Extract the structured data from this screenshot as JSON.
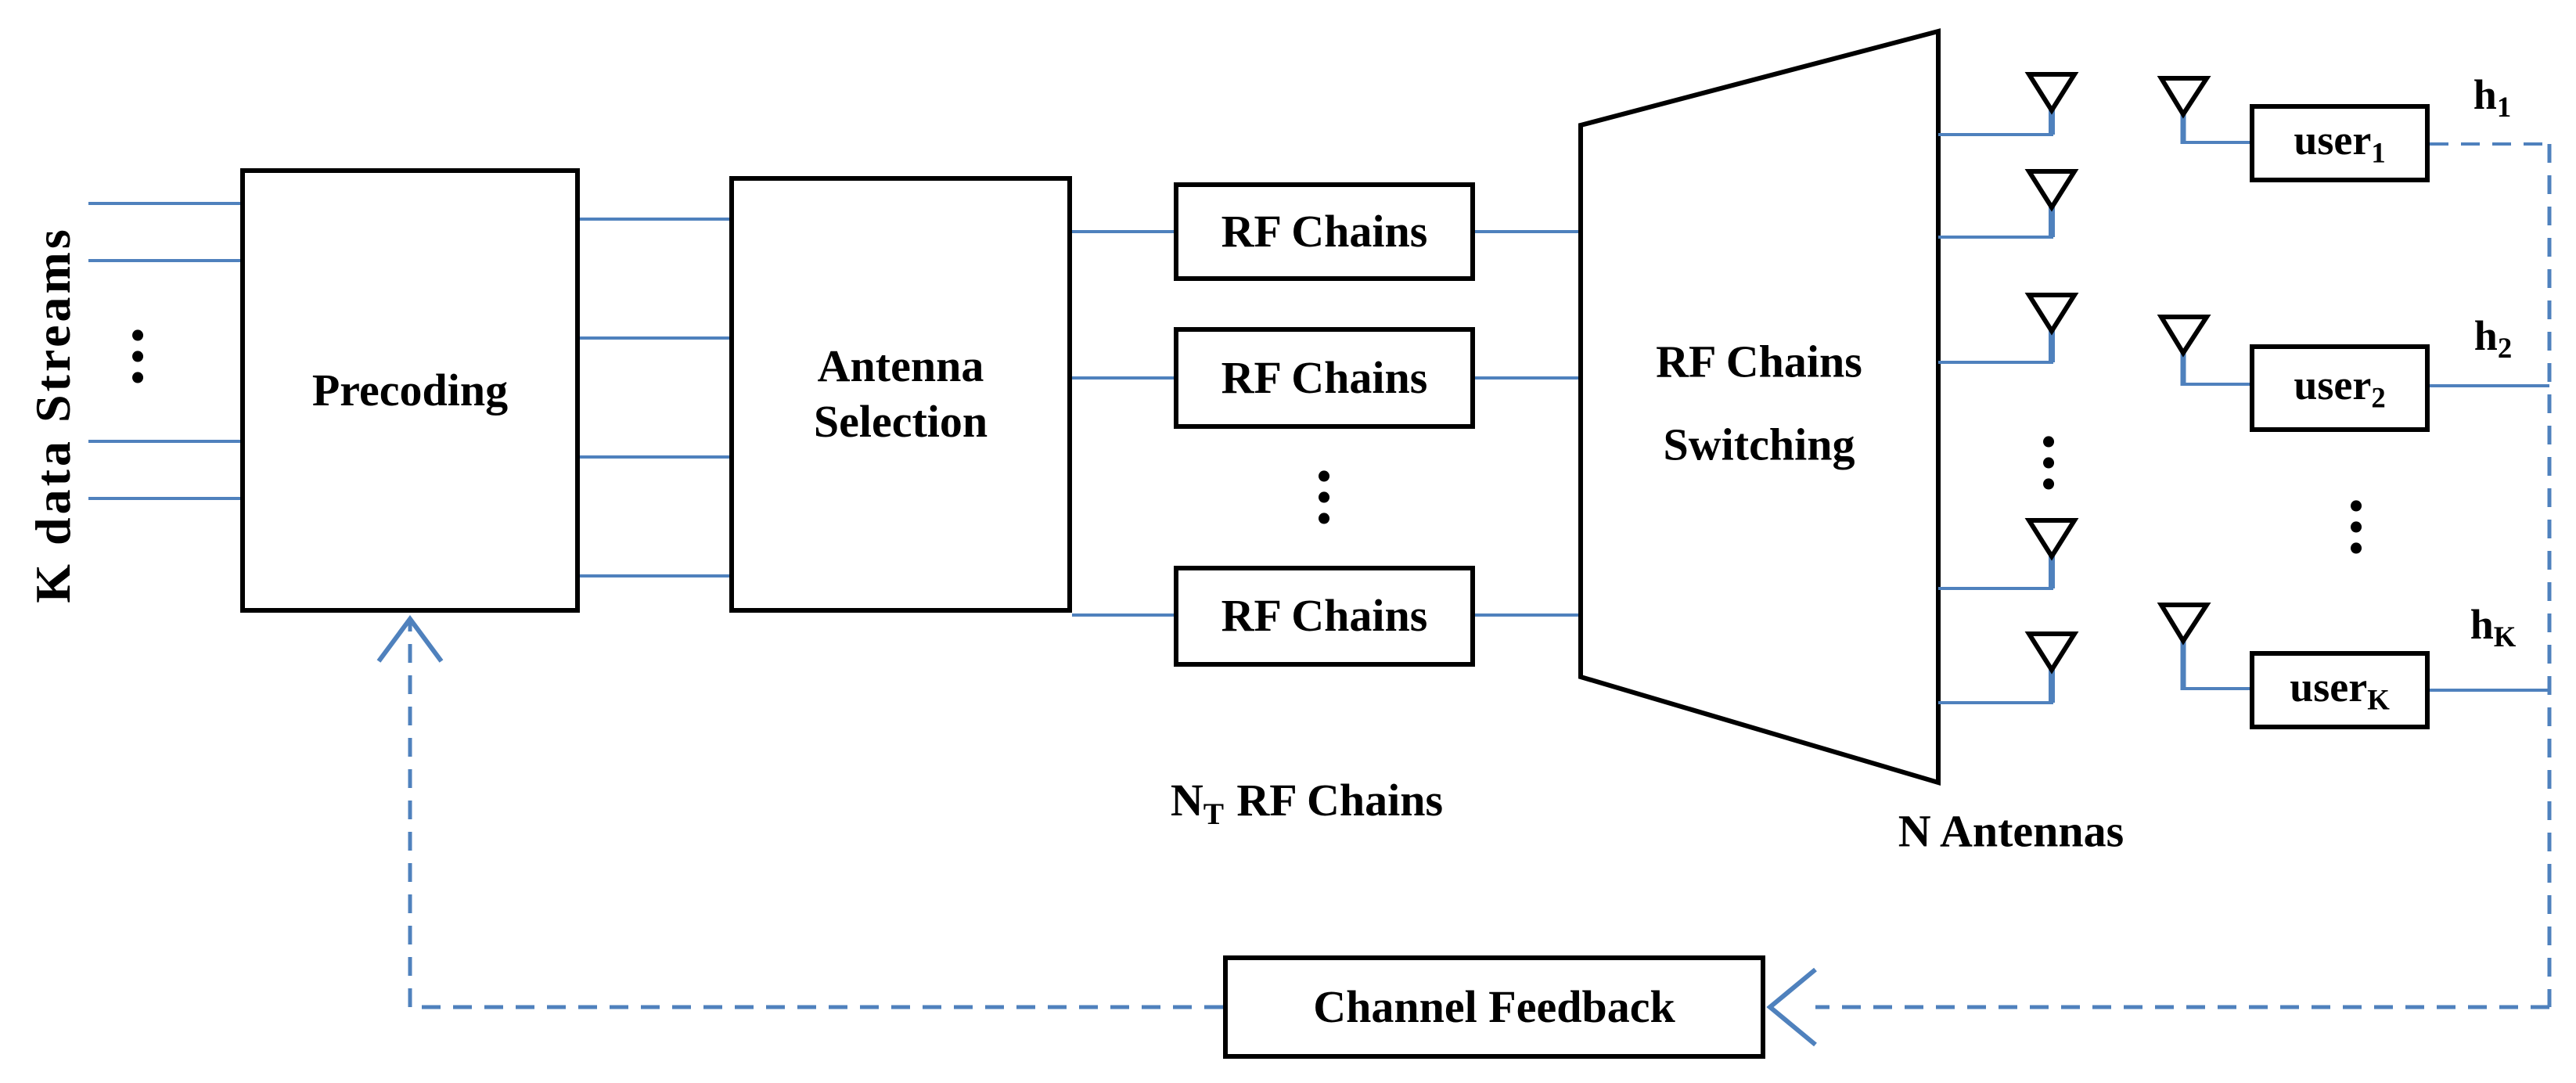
{
  "colors": {
    "line_blue": "#4F81BD",
    "box_border": "#000000",
    "text": "#000000",
    "background": "#FFFFFF"
  },
  "ellipsis": "•\n•\n•",
  "left": {
    "stream_label": "K data Streams"
  },
  "blocks": {
    "precoding": "Precoding",
    "antenna_selection": {
      "line1": "Antenna",
      "line2": "Selection"
    },
    "rf_chain": "RF Chains",
    "rf_switching": {
      "line1": "RF Chains",
      "line2": "Switching"
    },
    "channel_feedback": "Channel Feedback"
  },
  "captions": {
    "nt_rf_chains": {
      "base": "N",
      "sub": "T",
      "rest": "RF Chains"
    },
    "n_antennas": "N Antennas"
  },
  "users": [
    {
      "base": "user",
      "sub": "1",
      "channel_base": "h",
      "channel_sub": "1"
    },
    {
      "base": "user",
      "sub": "2",
      "channel_base": "h",
      "channel_sub": "2"
    },
    {
      "base": "user",
      "sub": "K",
      "channel_base": "h",
      "channel_sub": "K"
    }
  ]
}
